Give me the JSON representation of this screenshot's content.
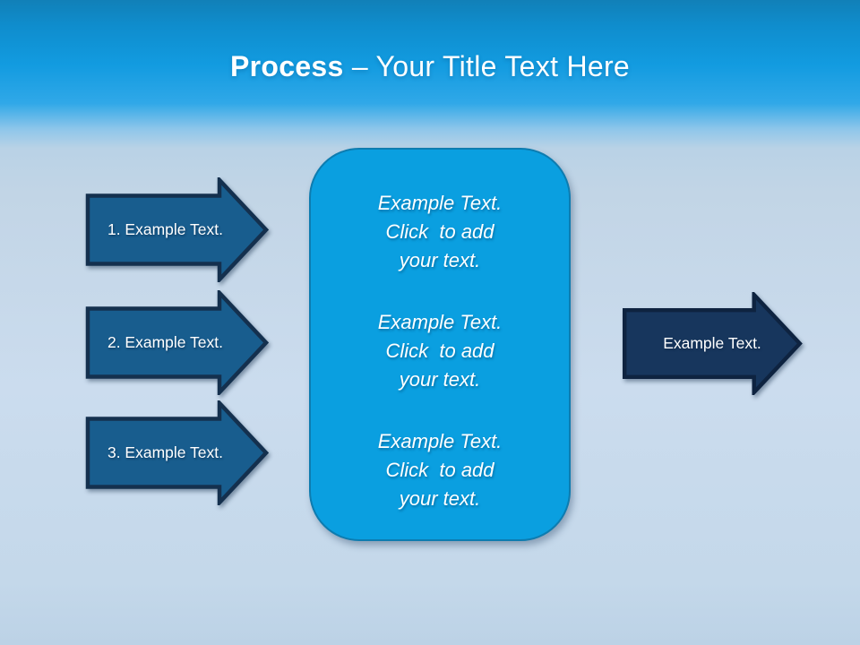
{
  "slide": {
    "title": {
      "bold": "Process",
      "rest": " – Your Title Text Here"
    },
    "left_arrows": [
      {
        "label": "1. Example Text."
      },
      {
        "label": "2. Example Text."
      },
      {
        "label": "3. Example Text."
      }
    ],
    "center_box": {
      "blocks": [
        {
          "lines": [
            "Example Text.",
            "Click  to add",
            "your text."
          ]
        },
        {
          "lines": [
            "Example Text.",
            "Click  to add",
            "your text."
          ]
        },
        {
          "lines": [
            "Example Text.",
            "Click  to add",
            "your text."
          ]
        }
      ]
    },
    "right_arrow": {
      "label": "Example Text."
    },
    "colors": {
      "header_blue": "#129be0",
      "body_light": "#c7d9ea",
      "left_arrow_fill": "#185d8e",
      "left_arrow_stroke": "#14304e",
      "right_arrow_fill": "#17365d",
      "right_arrow_stroke": "#0e2340",
      "center_box_fill": "#0a9fe0",
      "center_box_border": "#0d7cb0",
      "text": "#ffffff"
    }
  }
}
